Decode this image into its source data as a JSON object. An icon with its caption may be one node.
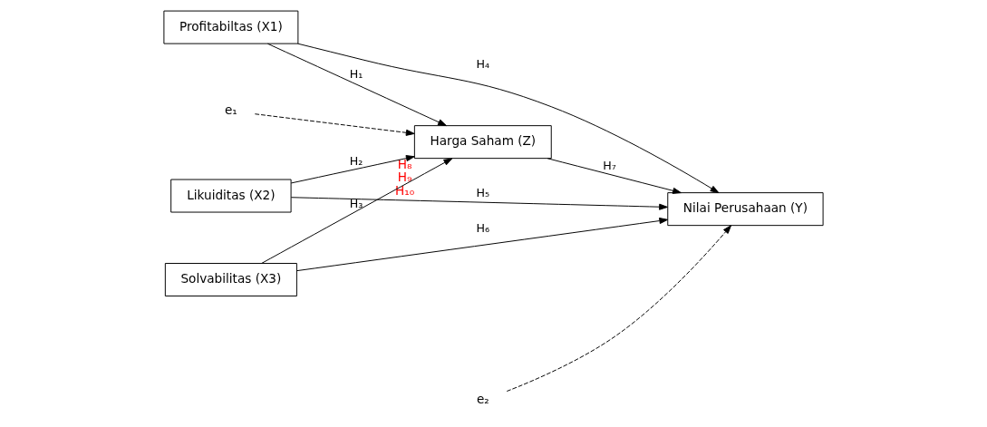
{
  "diagram": {
    "nodes": [
      {
        "text": [
          "Profitabiltas (X1)"
        ]
      },
      {
        "text": [
          "Likuiditas (X2)"
        ]
      },
      {
        "text": [
          "Solvabilitas (X3)"
        ]
      },
      {
        "text": [
          "Harga Saham (Z)"
        ],
        "beside": [
          "H₈",
          "H₉",
          "H₁₀"
        ]
      },
      {
        "text": [
          "Nilai Perusahaan (Y)"
        ]
      },
      {
        "text": [
          "e₁"
        ]
      },
      {
        "text": [
          "e₂"
        ]
      }
    ],
    "edges": [
      {
        "from": 0,
        "to": 3,
        "arrow": "to",
        "label": "H₁"
      },
      {
        "from": 1,
        "to": 3,
        "arrow": "to",
        "label": "H₂"
      },
      {
        "from": 2,
        "to": 3,
        "arrow": "to",
        "label": "H₃"
      },
      {
        "from": 0,
        "to": 4,
        "arrow": "to",
        "label": "H₄"
      },
      {
        "from": 1,
        "to": 4,
        "arrow": "to",
        "label": "H₅"
      },
      {
        "from": 2,
        "to": 4,
        "arrow": "to",
        "label": "H₆"
      },
      {
        "from": 3,
        "to": 4,
        "arrow": "to",
        "label": "H₇"
      },
      {
        "from": 5,
        "to": 3,
        "arrow": "to",
        "style": "dashed"
      },
      {
        "from": 6,
        "to": 4,
        "arrow": "to",
        "style": "dashed"
      }
    ]
  }
}
